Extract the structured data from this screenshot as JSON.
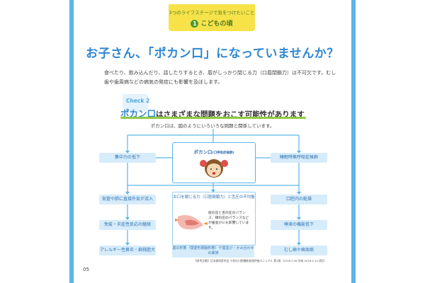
{
  "tab": {
    "subtitle": "3つのライフステージで気をつけたいこと",
    "number": "1",
    "title": "こどもの頃"
  },
  "headline": "お子さん、「ポカン口」になっていませんか？",
  "intro": "食べたり、飲み込んだり、話したりするとき、唇がしっかり閉じる力（口唇閉鎖力）は不可欠です。むし歯や歯周病などの病気の発症にも影響を及ぼします。",
  "check": {
    "label": "Check 2",
    "title_highlight": "ポカン口",
    "title_rest": "はさまざまな問題をおこす可能性があります",
    "note": "ポカン口は、図のようにいろいろな問題と関係しています。"
  },
  "diagram": {
    "center_title": "ポカン口",
    "center_title_small": "(口呼吸症候群)",
    "left": [
      "集中力の低下",
      "気管や肺に直接外気が流入",
      "免疫・炎症性反応の継続",
      "アレルギー性鼻炎・扁桃肥大"
    ],
    "right": [
      "睡眠時無呼吸症候群",
      "口腔内の乾燥",
      "唾液の機能低下",
      "むし歯や歯周病"
    ],
    "center_head": "お口を閉じる力（口唇閉鎖力）と舌圧の不均衡",
    "mouth_note": "唇の圧と舌の圧のバランス、頬の圧のバランスなどが歯並びにも影響しています。",
    "bottom": "歯の形態（顎変形顔貌形態）や歯並び・かみ合わせの異常"
  },
  "reference": "【参考文献】日本歯科医学会 小児の口腔機能発達評価マニュアル 第1版（2018.3.28 作成 2018.5.14 改訂）",
  "page_number": "05",
  "colors": {
    "accent": "#2f87d2",
    "frame": "#5ab6e8",
    "box": "#d6ecfa",
    "green": "#8fc941",
    "yellow": "#f7e24a"
  }
}
